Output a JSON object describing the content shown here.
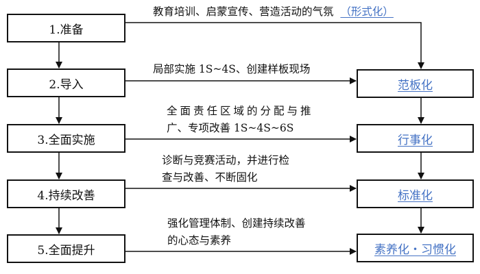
{
  "steps": [
    {
      "label": "1.准备",
      "note_lines": [
        "教育培训、启蒙宣传、营造活动的气氛"
      ],
      "result": "（形式化）"
    },
    {
      "label": "2.导入",
      "note_lines": [
        "局部实施 1S~4S、创建样板现场"
      ],
      "result": "范板化"
    },
    {
      "label": "3.全面实施",
      "note_lines": [
        "全面责任区域的分配与推",
        "广、专项改善 1S~4S~6S"
      ],
      "result": "行事化"
    },
    {
      "label": "4.持续改善",
      "note_lines": [
        "诊断与竞赛活动，并进行检",
        "查与改善、不断固化"
      ],
      "result": "标准化"
    },
    {
      "label": "5.全面提升",
      "note_lines": [
        "强化管理体制、创建持续改善",
        "的心态与素养"
      ],
      "result": "素养化・习惯化"
    }
  ],
  "colors": {
    "result_text": "#4472c4",
    "line": "#111111"
  }
}
